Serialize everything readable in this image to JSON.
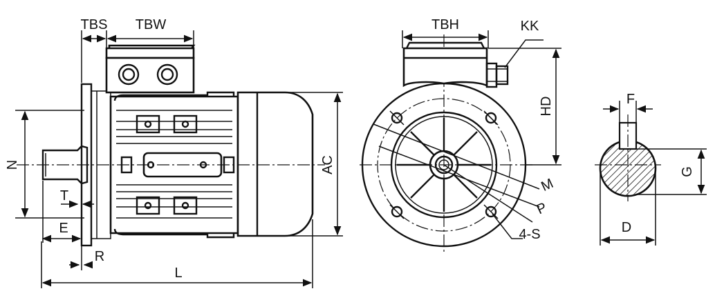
{
  "labels": {
    "tbs": "TBS",
    "tbw": "TBW",
    "n": "N",
    "t": "T",
    "e": "E",
    "r": "R",
    "l": "L",
    "ac": "AC",
    "tbh": "TBH",
    "kk": "KK",
    "hd": "HD",
    "m": "M",
    "p": "P",
    "s": "4-S",
    "f": "F",
    "g": "G",
    "d": "D"
  }
}
